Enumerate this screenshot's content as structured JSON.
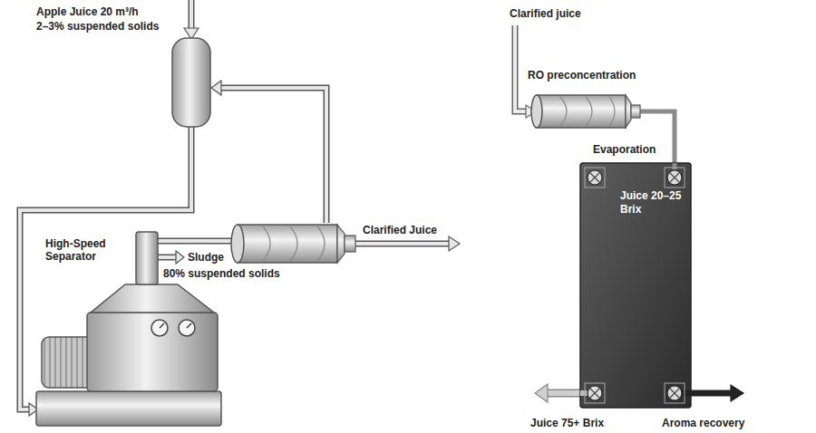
{
  "diagram": {
    "nodes": [
      {
        "text": [
          "High-Speed Separator"
        ]
      },
      {
        "text": [
          "RO preconcentration"
        ]
      },
      {
        "text": [
          "Evaporation",
          "Juice 20–25 Brix"
        ]
      }
    ],
    "edges": [
      {
        "from": 1,
        "to": 2,
        "arrow": "none"
      }
    ],
    "labels": [
      "Apple Juice 20 m³/h",
      "2–3% suspended solids",
      "Sludge",
      "80% suspended solids",
      "Clarified Juice",
      "Clarified juice",
      "Juice 75+ Brix",
      "Aroma recovery"
    ]
  }
}
